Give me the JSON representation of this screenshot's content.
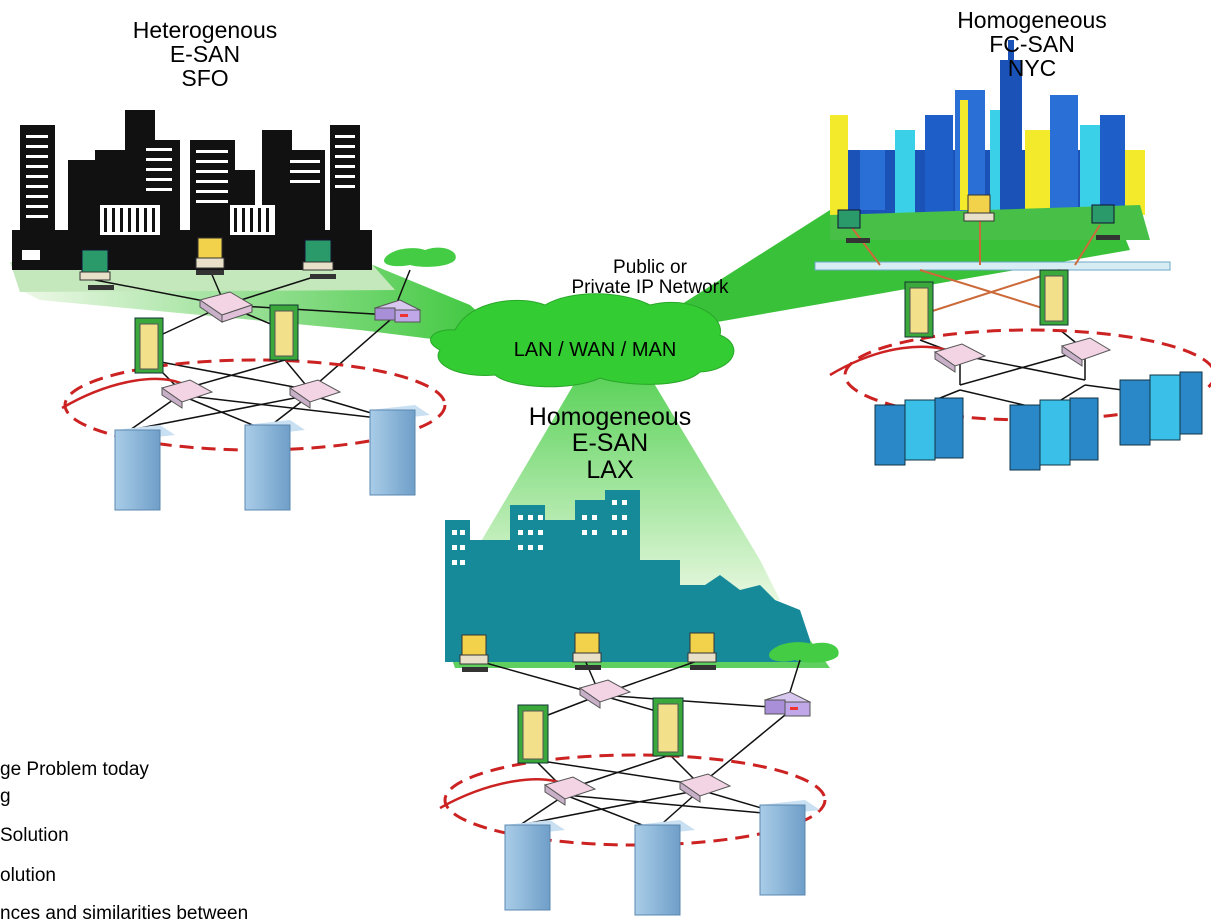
{
  "labels": {
    "sfo": [
      "Heterogenous",
      "E-SAN",
      "SFO"
    ],
    "nyc": [
      "Homogeneous",
      "FC-SAN",
      "NYC"
    ],
    "lax": [
      "Homogeneous",
      "E-SAN",
      "LAX"
    ],
    "network": [
      "Public or",
      "Private IP Network"
    ],
    "cloud": "LAN / WAN / MAN"
  },
  "bullets": [
    "ge Problem today",
    "g",
    "Solution",
    "olution",
    "nces and similarities between"
  ],
  "colors": {
    "sfo_city": "#111111",
    "nyc_city": "#2a6fd6",
    "lax_city": "#178a9a",
    "network_green": "#33cc33",
    "storage_blue": "#8ab8dd",
    "switch_pink": "#f2d4e4",
    "ring_red": "#cc2222"
  },
  "icons": [
    "computer-icon",
    "server-tower-icon",
    "switch-icon",
    "storage-array-icon",
    "router-icon",
    "cloud-icon"
  ]
}
